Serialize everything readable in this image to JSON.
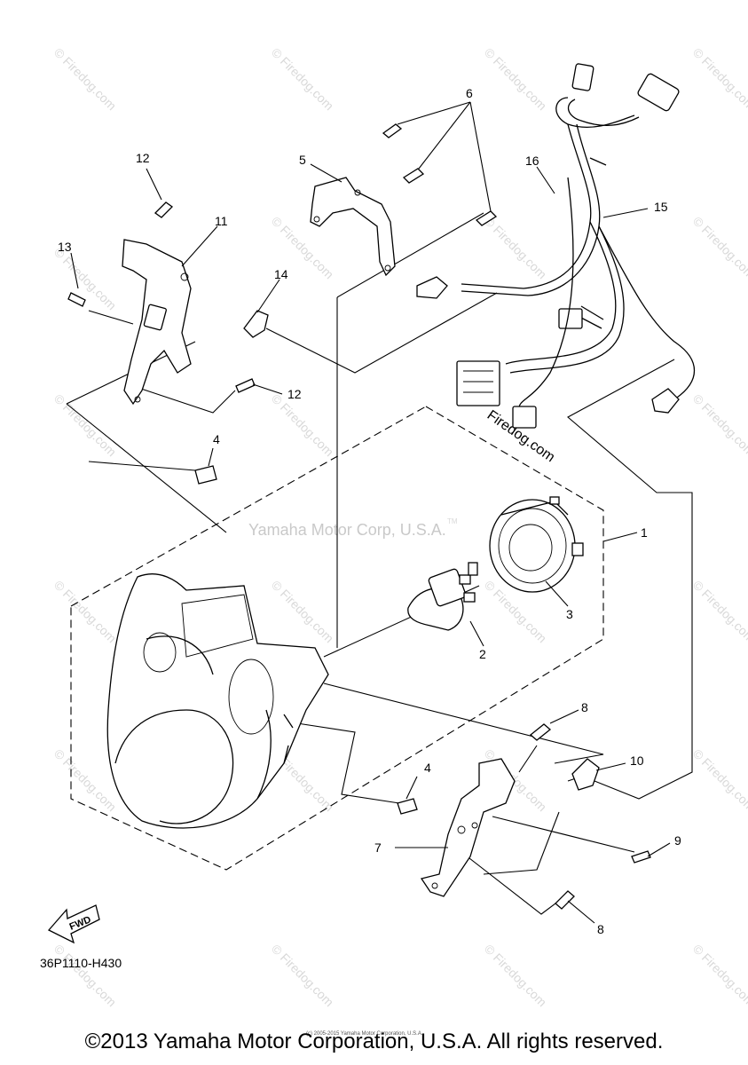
{
  "diagram": {
    "code": "36P1110-H430",
    "direction_label": "FWD",
    "callouts": [
      "1",
      "2",
      "3",
      "4",
      "4",
      "5",
      "6",
      "7",
      "8",
      "8",
      "9",
      "10",
      "11",
      "12",
      "12",
      "13",
      "14",
      "15",
      "16"
    ],
    "watermark_main": "Yamaha Motor Corp, U.S.A.",
    "watermark_tm": "TM",
    "watermark_site": "Firedog.com",
    "watermark_tile": "© Firedog.com"
  },
  "footer": {
    "copyright": "©2013 Yamaha Motor Corporation, U.S.A. All rights reserved.",
    "copyright_small": "(c) 2005-2015 Yamaha Motor Corporation, U.S.A."
  }
}
